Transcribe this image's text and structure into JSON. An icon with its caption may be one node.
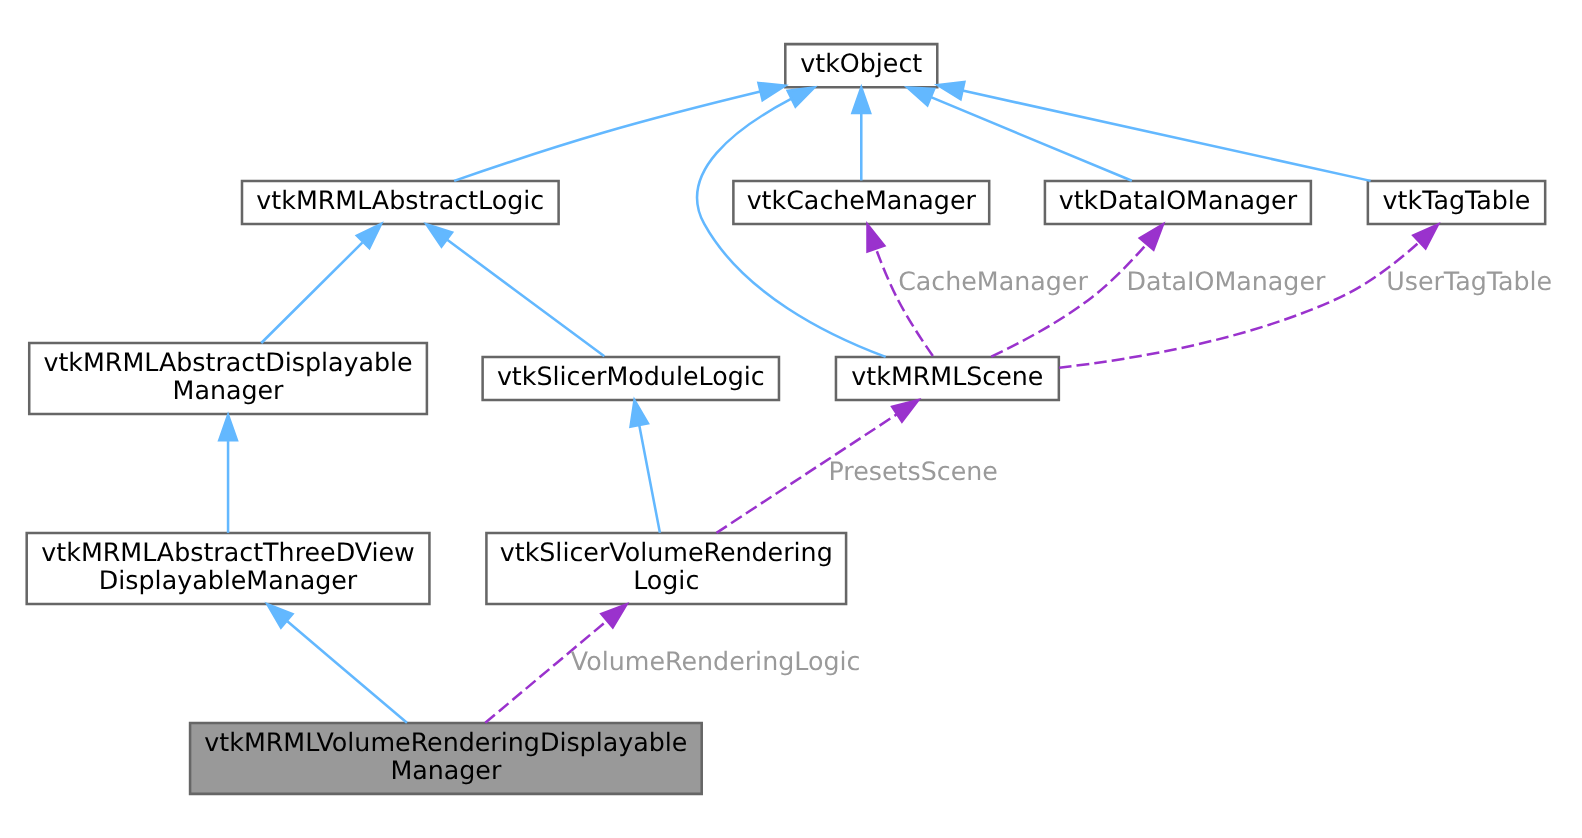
{
  "diagram": {
    "nodes": [
      {
        "text": [
          "vtkObject"
        ]
      },
      {
        "text": [
          "vtkMRMLAbstractLogic"
        ]
      },
      {
        "text": [
          "vtkCacheManager"
        ]
      },
      {
        "text": [
          "vtkDataIOManager"
        ]
      },
      {
        "text": [
          "vtkTagTable"
        ]
      },
      {
        "text": [
          "vtkMRMLAbstractDisplayable Manager"
        ]
      },
      {
        "text": [
          "vtkSlicerModuleLogic"
        ]
      },
      {
        "text": [
          "vtkMRMLScene"
        ]
      },
      {
        "text": [
          "vtkMRMLAbstractThreeDView DisplayableManager"
        ]
      },
      {
        "text": [
          "vtkSlicerVolumeRendering Logic"
        ]
      },
      {
        "text": [
          "vtkMRMLVolumeRenderingDisplayable Manager"
        ]
      }
    ],
    "edges": [
      {
        "from": 1,
        "to": 0,
        "arrow": "to"
      },
      {
        "from": 7,
        "to": 0,
        "arrow": "to"
      },
      {
        "from": 2,
        "to": 0,
        "arrow": "to"
      },
      {
        "from": 3,
        "to": 0,
        "arrow": "to"
      },
      {
        "from": 4,
        "to": 0,
        "arrow": "to"
      },
      {
        "from": 5,
        "to": 1,
        "arrow": "to"
      },
      {
        "from": 6,
        "to": 1,
        "arrow": "to"
      },
      {
        "from": 7,
        "to": 2,
        "arrow": "to",
        "label": "CacheManager",
        "style": "dashed",
        "color": "#9a32cd"
      },
      {
        "from": 7,
        "to": 3,
        "arrow": "to",
        "label": "DataIOManager",
        "style": "dashed",
        "color": "#9a32cd"
      },
      {
        "from": 7,
        "to": 4,
        "arrow": "to",
        "label": "UserTagTable",
        "style": "dashed",
        "color": "#9a32cd"
      },
      {
        "from": 8,
        "to": 5,
        "arrow": "to"
      },
      {
        "from": 9,
        "to": 6,
        "arrow": "to"
      },
      {
        "from": 9,
        "to": 7,
        "arrow": "to",
        "label": "PresetsScene",
        "style": "dashed",
        "color": "#9a32cd"
      },
      {
        "from": 10,
        "to": 8,
        "arrow": "to"
      },
      {
        "from": 10,
        "to": 9,
        "arrow": "to",
        "label": "VolumeRenderingLogic",
        "style": "dashed",
        "color": "#9a32cd"
      }
    ]
  }
}
